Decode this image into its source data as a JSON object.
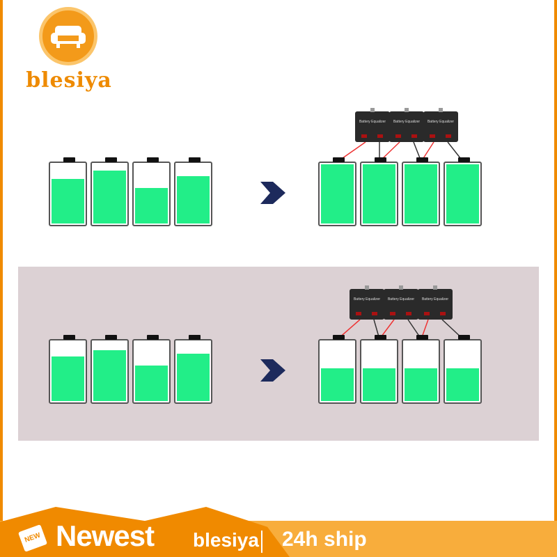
{
  "brand": {
    "logo_text": "blesiya",
    "accent": "#f08a00"
  },
  "diagram": {
    "module_label": "Battery Equalizer",
    "battery_color": "#22ee88",
    "before_top": [
      0.75,
      0.9,
      0.6,
      0.8
    ],
    "after_top": [
      1,
      1,
      1,
      1
    ],
    "before_bottom": [
      0.75,
      0.86,
      0.6,
      0.8
    ],
    "after_bottom": [
      0.55,
      0.55,
      0.55,
      0.55
    ]
  },
  "banner": {
    "new_badge": "NEW",
    "title": "Newest",
    "brand": "blesiya",
    "shipping": "24h ship"
  }
}
